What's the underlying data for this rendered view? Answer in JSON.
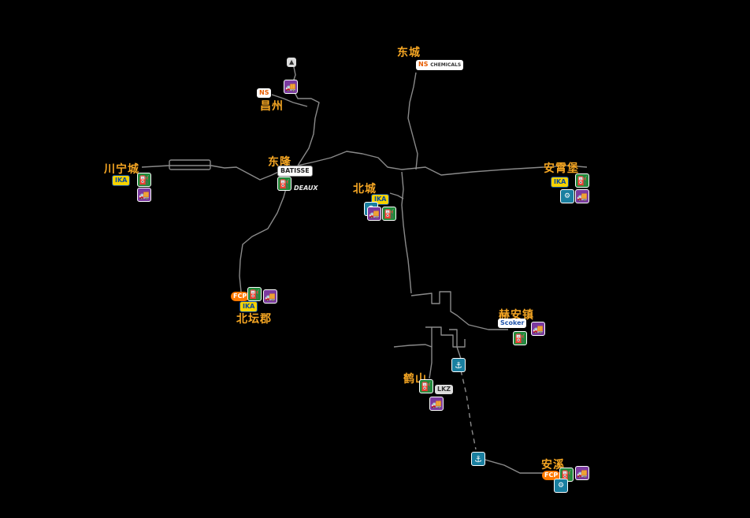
{
  "cities": [
    {
      "id": "chuanning",
      "name": "川宁城"
    },
    {
      "id": "donglong",
      "name": "东隆"
    },
    {
      "id": "changzhou",
      "name": "昌州"
    },
    {
      "id": "dongcheng",
      "name": "东城"
    },
    {
      "id": "beicheng",
      "name": "北城"
    },
    {
      "id": "anxiabao",
      "name": "安霄堡"
    },
    {
      "id": "beitanjun",
      "name": "北坛郡"
    },
    {
      "id": "heanzhen",
      "name": "赫安镇"
    },
    {
      "id": "heshan",
      "name": "鹤山"
    },
    {
      "id": "anxi",
      "name": "安溪"
    }
  ],
  "company_logos": {
    "ika": "IKA",
    "ns": "NS",
    "ns_chemicals": "CHEMICALS",
    "fcp": "FCP",
    "batisse": "BATISSE",
    "deaux": "DEAUX",
    "scoker": "Scoker",
    "lkz": "LKZ"
  },
  "icons": {
    "fuel": "fuel-station-icon",
    "garage": "garage-icon",
    "port": "port-anchor-icon",
    "service": "service-icon"
  },
  "colors": {
    "background": "#000000",
    "road": "#8a8a8a",
    "city_label": "#f5a623",
    "fuel": "#1f8a3a",
    "garage": "#7b3aa0",
    "port": "#1a7fa0"
  }
}
